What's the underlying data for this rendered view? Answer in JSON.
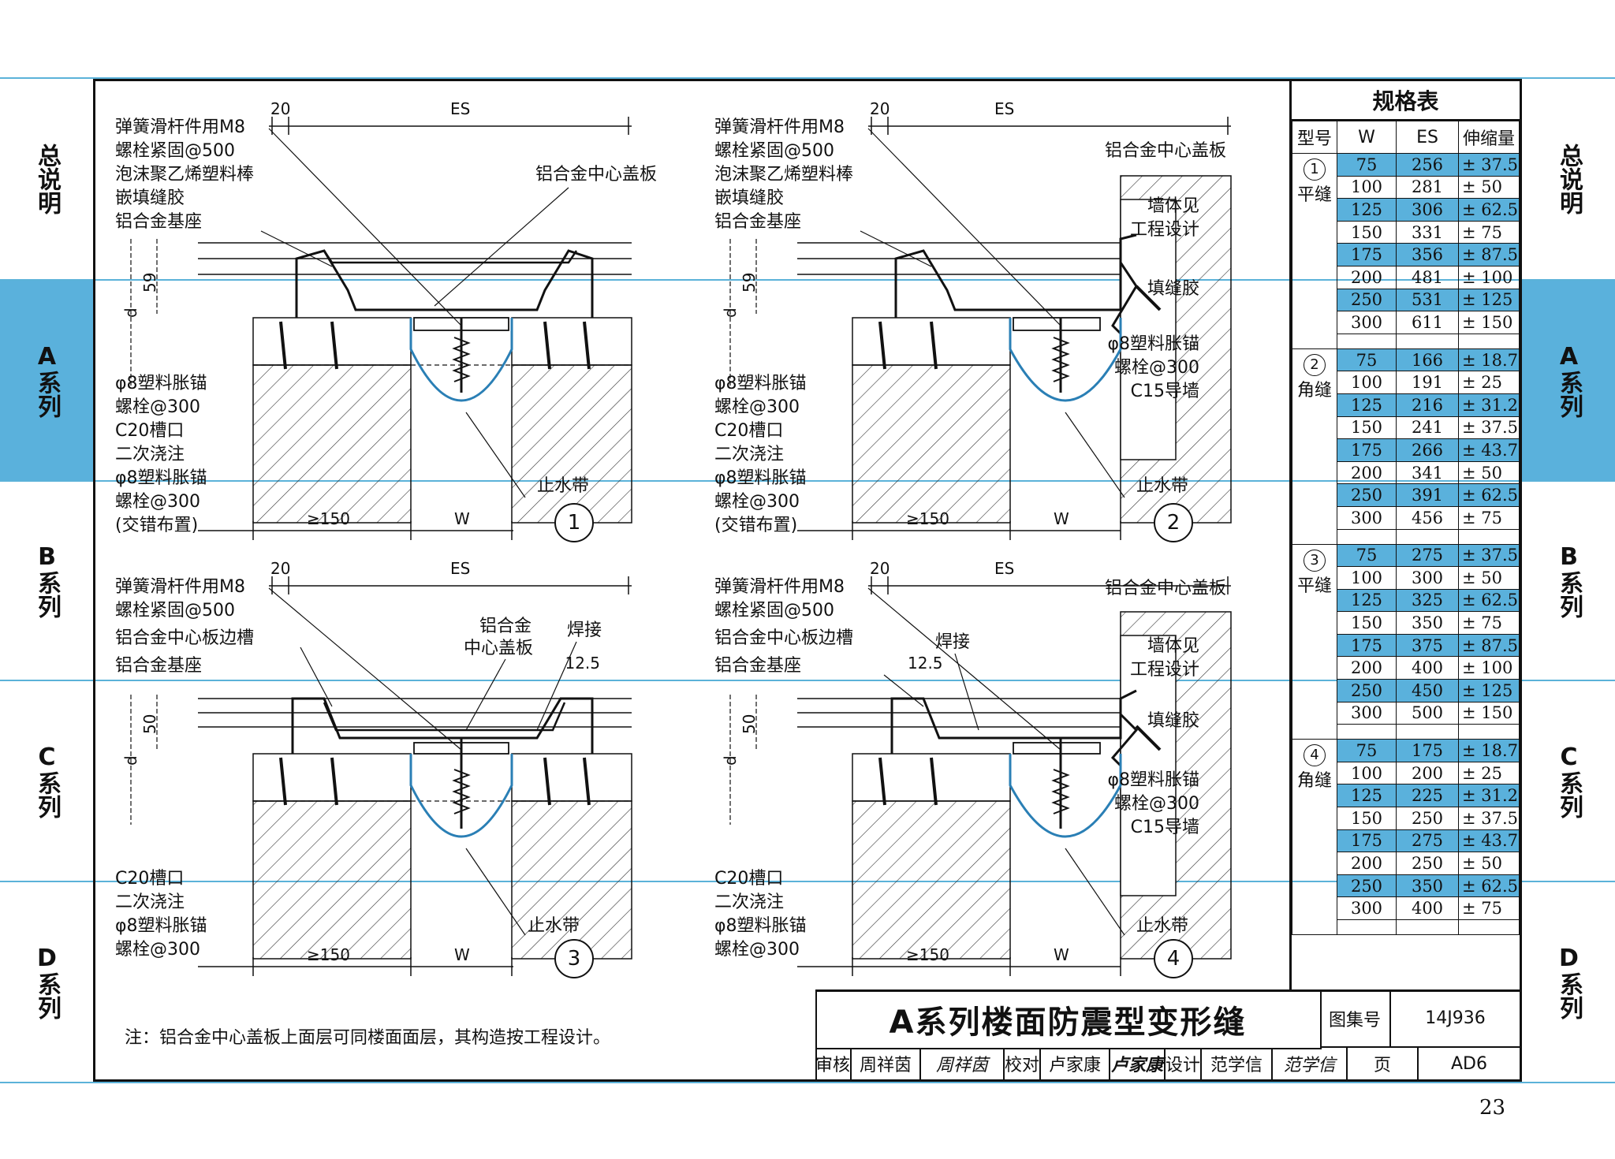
{
  "side_tabs": [
    {
      "label": "总说明",
      "active": false
    },
    {
      "label": "A系列",
      "active": true
    },
    {
      "label": "B系列",
      "active": false
    },
    {
      "label": "C系列",
      "active": false
    },
    {
      "label": "D系列",
      "active": false
    }
  ],
  "details": [
    {
      "number": "1",
      "dims": {
        "top_small": "20",
        "top_es": "ES",
        "h59": "59",
        "d": "d",
        "w150": "≥150",
        "w": "W"
      },
      "labels_upper": [
        "弹簧滑杆件用M8",
        "螺栓紧固@500",
        "泡沫聚乙烯塑料棒",
        "嵌填缝胶",
        "铝合金基座"
      ],
      "label_cover": "铝合金中心盖板",
      "labels_lower": [
        "φ8塑料胀锚",
        "螺栓@300",
        "C20槽口",
        "二次浇注",
        "φ8塑料胀锚",
        "螺栓@300",
        "(交错布置)"
      ],
      "label_waterstop": "止水带"
    },
    {
      "number": "2",
      "dims": {
        "top_small": "20",
        "top_es": "ES",
        "h59": "59",
        "d": "d",
        "w150": "≥150",
        "w": "W"
      },
      "labels_upper": [
        "弹簧滑杆件用M8",
        "螺栓紧固@500",
        "泡沫聚乙烯塑料棒",
        "嵌填缝胶",
        "铝合金基座"
      ],
      "labels_right": [
        "铝合金中心盖板",
        "墙体见",
        "工程设计",
        "填缝胶",
        "φ8塑料胀锚",
        "螺栓@300",
        "C15导墙"
      ],
      "labels_lower": [
        "φ8塑料胀锚",
        "螺栓@300",
        "C20槽口",
        "二次浇注",
        "φ8塑料胀锚",
        "螺栓@300",
        "(交错布置)"
      ],
      "label_waterstop": "止水带"
    },
    {
      "number": "3",
      "dims": {
        "top_small": "20",
        "top_es": "ES",
        "h50": "50",
        "d": "d",
        "w150": "≥150",
        "w": "W",
        "weld_dim": "12.5"
      },
      "labels_upper": [
        "弹簧滑杆件用M8",
        "螺栓紧固@500",
        "铝合金中心板边槽",
        "铝合金基座"
      ],
      "labels_cover": [
        "铝合金",
        "中心盖板"
      ],
      "label_weld": "焊接",
      "labels_lower": [
        "C20槽口",
        "二次浇注",
        "φ8塑料胀锚",
        "螺栓@300"
      ],
      "label_waterstop": "止水带"
    },
    {
      "number": "4",
      "dims": {
        "top_small": "20",
        "top_es": "ES",
        "h50": "50",
        "d": "d",
        "w150": "≥150",
        "w": "W",
        "weld_dim": "12.5"
      },
      "labels_upper": [
        "弹簧滑杆件用M8",
        "螺栓紧固@500",
        "铝合金中心板边槽",
        "铝合金基座"
      ],
      "label_weld": "焊接",
      "labels_right": [
        "铝合金中心盖板",
        "墙体见",
        "工程设计",
        "填缝胶",
        "φ8塑料胀锚",
        "螺栓@300",
        "C15导墙"
      ],
      "labels_lower": [
        "C20槽口",
        "二次浇注",
        "φ8塑料胀锚",
        "螺栓@300"
      ],
      "label_waterstop": "止水带"
    }
  ],
  "spec_table": {
    "title": "规格表",
    "headers": [
      "型号",
      "W",
      "ES",
      "伸缩量"
    ],
    "groups": [
      {
        "num": "1",
        "type": "平缝",
        "rows": [
          [
            "75",
            "256",
            "± 37.5"
          ],
          [
            "100",
            "281",
            "± 50"
          ],
          [
            "125",
            "306",
            "± 62.5"
          ],
          [
            "150",
            "331",
            "± 75"
          ],
          [
            "175",
            "356",
            "± 87.5"
          ],
          [
            "200",
            "481",
            "± 100"
          ],
          [
            "250",
            "531",
            "± 125"
          ],
          [
            "300",
            "611",
            "± 150"
          ]
        ]
      },
      {
        "num": "2",
        "type": "角缝",
        "rows": [
          [
            "75",
            "166",
            "± 18.7"
          ],
          [
            "100",
            "191",
            "± 25"
          ],
          [
            "125",
            "216",
            "± 31.2"
          ],
          [
            "150",
            "241",
            "± 37.5"
          ],
          [
            "175",
            "266",
            "± 43.7"
          ],
          [
            "200",
            "341",
            "± 50"
          ],
          [
            "250",
            "391",
            "± 62.5"
          ],
          [
            "300",
            "456",
            "± 75"
          ]
        ]
      },
      {
        "num": "3",
        "type": "平缝",
        "rows": [
          [
            "75",
            "275",
            "± 37.5"
          ],
          [
            "100",
            "300",
            "± 50"
          ],
          [
            "125",
            "325",
            "± 62.5"
          ],
          [
            "150",
            "350",
            "± 75"
          ],
          [
            "175",
            "375",
            "± 87.5"
          ],
          [
            "200",
            "400",
            "± 100"
          ],
          [
            "250",
            "450",
            "± 125"
          ],
          [
            "300",
            "500",
            "± 150"
          ]
        ]
      },
      {
        "num": "4",
        "type": "角缝",
        "rows": [
          [
            "75",
            "175",
            "± 18.7"
          ],
          [
            "100",
            "200",
            "± 25"
          ],
          [
            "125",
            "225",
            "± 31.2"
          ],
          [
            "150",
            "250",
            "± 37.5"
          ],
          [
            "175",
            "275",
            "± 43.7"
          ],
          [
            "200",
            "250",
            "± 50"
          ],
          [
            "250",
            "350",
            "± 62.5"
          ],
          [
            "300",
            "400",
            "± 75"
          ]
        ]
      }
    ]
  },
  "note": "注：铝合金中心盖板上面层可同楼面面层，其构造按工程设计。",
  "title_block": {
    "title": "A系列楼面防震型变形缝",
    "atlas_label": "图集号",
    "atlas_no": "14J936",
    "review_label": "审核",
    "reviewer": "周祥茵",
    "reviewer_sig": "周祥茵",
    "check_label": "校对",
    "checker": "卢家康",
    "checker_sig": "卢家康",
    "design_label": "设计",
    "designer": "范学信",
    "designer_sig": "范学信",
    "page_label": "页",
    "page_no": "AD6"
  },
  "page_number": "23",
  "colors": {
    "accent": "#5ab1dc",
    "line": "#111111",
    "waterstop": "#2a7fb5"
  }
}
